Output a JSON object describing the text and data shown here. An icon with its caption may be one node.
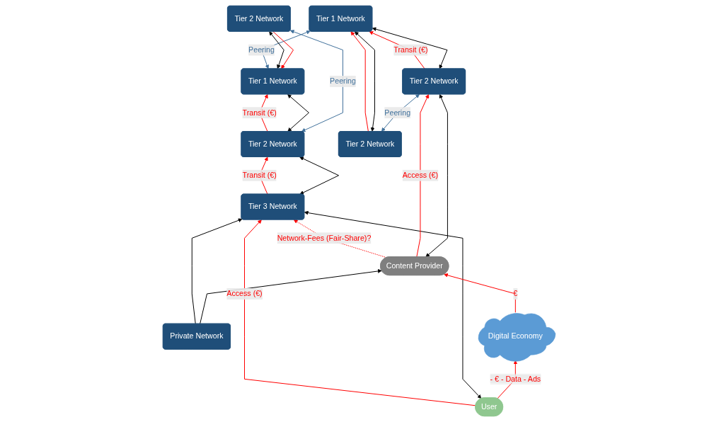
{
  "diagram": {
    "nodes": [
      {
        "text": [
          "Tier 1 Network"
        ]
      },
      {
        "text": [
          "Tier 1 Network"
        ]
      },
      {
        "text": [
          "Tier 2 Network"
        ]
      },
      {
        "text": [
          "Tier 2 Network"
        ]
      },
      {
        "text": [
          "Tier 2 Network"
        ]
      },
      {
        "text": [
          "Tier 2 Network"
        ]
      },
      {
        "text": [
          "Tier 3 Network"
        ]
      },
      {
        "text": [
          "Private Network"
        ]
      },
      {
        "text": [
          "User"
        ]
      },
      {
        "text": [
          "Digital Economy"
        ]
      },
      {
        "text": [
          "Content Provider"
        ]
      }
    ],
    "edges": [
      {
        "from": 0,
        "to": 1,
        "arrow": "both",
        "label": "Peering",
        "color": "#41719c"
      },
      {
        "from": 3,
        "to": 0,
        "arrow": "to"
      },
      {
        "from": 0,
        "to": 3,
        "arrow": "both",
        "color": "#000000"
      },
      {
        "from": 2,
        "to": 0,
        "arrow": "to",
        "label": "Transit (€)"
      },
      {
        "from": 2,
        "to": 0,
        "arrow": "both",
        "color": "#000000"
      },
      {
        "from": 2,
        "to": 3,
        "arrow": "both",
        "label": "Peering",
        "color": "#41719c"
      },
      {
        "from": 4,
        "to": 1,
        "arrow": "to"
      },
      {
        "from": 4,
        "to": 1,
        "arrow": "both",
        "color": "#000000"
      },
      {
        "from": 4,
        "to": 5,
        "arrow": "both",
        "label": "Peering",
        "color": "#41719c"
      },
      {
        "from": 5,
        "to": 1,
        "arrow": "to",
        "label": "Transit (€)"
      },
      {
        "from": 5,
        "to": 1,
        "arrow": "both",
        "color": "#000000"
      },
      {
        "from": 6,
        "to": 2,
        "arrow": "to",
        "label": "Transit (€)"
      },
      {
        "from": 6,
        "to": 2,
        "arrow": "both",
        "color": "#000000"
      },
      {
        "from": 8,
        "to": 6,
        "arrow": "to",
        "label": "Access (€)"
      },
      {
        "from": 8,
        "to": 6,
        "arrow": "both",
        "color": "#000000"
      },
      {
        "from": 7,
        "to": 6,
        "arrow": "to",
        "color": "#000000"
      },
      {
        "from": 7,
        "to": 10,
        "arrow": "to",
        "color": "#000000"
      },
      {
        "from": 10,
        "to": 6,
        "arrow": "to",
        "style": "dashed",
        "label": "Network-Fees (Fair-Share)?"
      },
      {
        "from": 8,
        "to": 9,
        "arrow": "to",
        "label": "- € - Data - Ads"
      },
      {
        "from": 9,
        "to": 10,
        "arrow": "to",
        "label": "€"
      },
      {
        "from": 10,
        "to": 5,
        "arrow": "to",
        "label": "Access (€)"
      },
      {
        "from": 10,
        "to": 5,
        "arrow": "both",
        "color": "#000000"
      }
    ]
  }
}
